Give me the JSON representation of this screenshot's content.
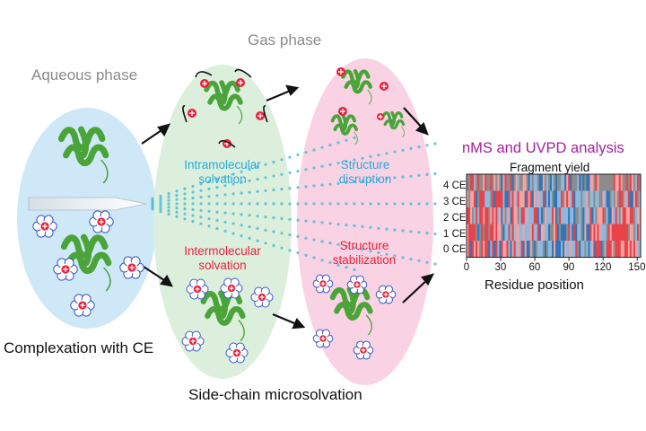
{
  "labels": {
    "gas_phase": "Gas phase",
    "aqueous_phase": "Aqueous phase",
    "complexation": "Complexation with CE",
    "side_chain": "Side-chain microsolvation",
    "intramolecular": "Intramolecular solvation",
    "intermolecular": "Intermolecular solvation",
    "structure_disruption": "Structure disruption",
    "structure_stabilization": "Structure stabilization",
    "analysis_title": "nMS and UVPD analysis"
  },
  "chart_data": {
    "type": "heatmap",
    "title": "Fragment yield",
    "xlabel": "Residue position",
    "ylabel": "",
    "x_ticks": [
      0,
      30,
      60,
      90,
      120,
      150
    ],
    "xlim": [
      0,
      153
    ],
    "rows": [
      "4 CE",
      "3 CE",
      "2 CE",
      "1 CE",
      "0 CE"
    ],
    "colors": {
      "high": "#e8434b",
      "mid_high": "#f4a3a3",
      "low": "#8fb8dd",
      "very_low": "#2e78b8",
      "none": "#8c8c8c"
    }
  },
  "colors": {
    "aqueous_fill": "#cfe8f7",
    "gas_green_fill": "#dcefdc",
    "gas_pink_fill": "#f9d3e3",
    "protein_green": "#4aa43a",
    "crown_ether_stroke": "#3a55c8",
    "charge_red": "#e8213d",
    "dot_blue": "#3bb4d6"
  }
}
